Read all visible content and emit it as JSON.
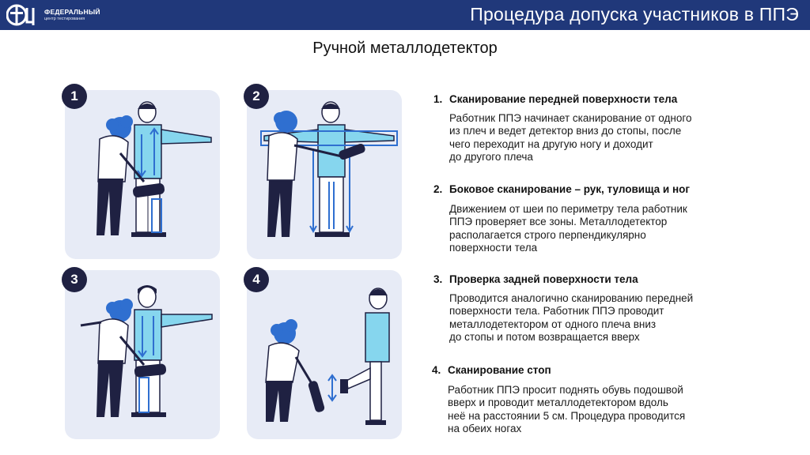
{
  "header": {
    "logo_line1": "ФЕДЕРАЛЬНЫЙ",
    "logo_line2": "центр тестирования",
    "title": "Процедура допуска участников в ППЭ",
    "background_color": "#20387a"
  },
  "subtitle": "Ручной металлодетектор",
  "panels": [
    {
      "number": "1"
    },
    {
      "number": "2"
    },
    {
      "number": "3"
    },
    {
      "number": "4"
    }
  ],
  "steps": [
    {
      "number": "1.",
      "title": "Сканирование передней поверхности тела",
      "lines": [
        "Работник ППЭ начинает сканирование от одного",
        "из плеч и ведет детектор вниз до стопы, после",
        "чего переходит на другую ногу и доходит",
        "до другого плеча"
      ]
    },
    {
      "number": "2.",
      "title": "Боковое сканирование – рук, туловища и ног",
      "lines": [
        "Движением от шеи по периметру тела работник",
        "ППЭ проверяет все зоны. Металлодетектор",
        "располагается строго перпендикулярно",
        "поверхности тела"
      ]
    },
    {
      "number": "3.",
      "title": "Проверка задней поверхности тела",
      "lines": [
        "Проводится аналогично сканированию передней",
        "поверхности тела. Работник ППЭ проводит",
        "металлодетектором от одного плеча вниз",
        "до стопы и потом возвращается вверх"
      ]
    },
    {
      "number": "4.",
      "title": "Сканирование стоп",
      "lines": [
        "Работник ППЭ просит поднять обувь подошвой",
        "вверх и проводит металлодетектором вдоль",
        "неё на расстоянии 5 см. Процедура проводится",
        "на обеих ногах"
      ]
    }
  ],
  "colors": {
    "panel_bg": "#e7ebf6",
    "badge": "#1f2142",
    "accent_blue": "#2f6fd0",
    "shirt_blue": "#86d6ee"
  }
}
